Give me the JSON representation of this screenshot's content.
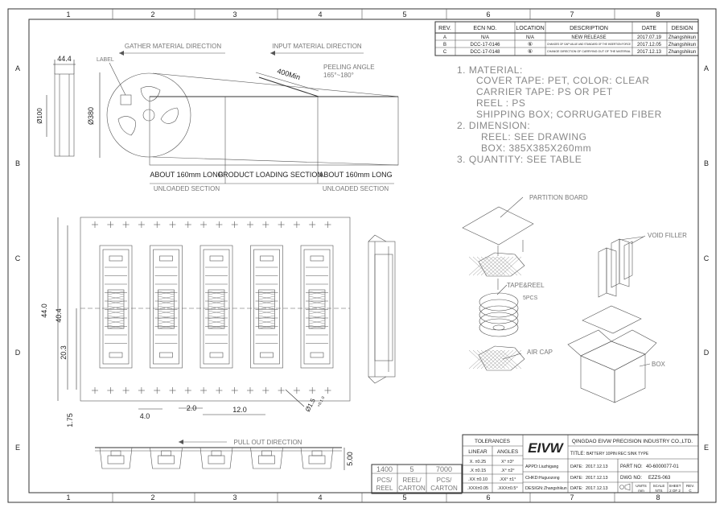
{
  "grid": {
    "columns": [
      "1",
      "2",
      "3",
      "4",
      "5",
      "6",
      "7",
      "8"
    ],
    "rows": [
      "A",
      "B",
      "C",
      "D",
      "E"
    ]
  },
  "revisions": {
    "headers": [
      "REV.",
      "ECN NO.",
      "LOCATION",
      "DESCRIPTION",
      "DATE",
      "DESIGN"
    ],
    "rows": [
      [
        "A",
        "N/A",
        "N/A",
        "NEW RELEASE",
        "2017.07.19",
        "Zhangshikun"
      ],
      [
        "B",
        "DCC-17-0146",
        "⑥",
        "CHANGES OF GAP VALUE AND STANDARD OF THE INSERTION FORCE",
        "2017.12.05",
        "Zhangshikun"
      ],
      [
        "C",
        "DCC-17-0148",
        "⑥",
        "CHANGE DIRECTION OF CARRYING OUT OF THE MATERIAL",
        "2017.12.13",
        "Zhangshikun"
      ]
    ]
  },
  "notes": [
    "1. MATERIAL:",
    "COVER TAPE: PET, COLOR: CLEAR",
    "CARRIER TAPE: PS OR PET",
    "REEL : PS",
    "SHIPPING BOX; CORRUGATED FIBER",
    "2. DIMENSION:",
    "REEL: SEE DRAWING",
    "BOX: 385X385X260mm",
    "3. QUANTITY: SEE TABLE"
  ],
  "reel": {
    "label": "LABEL",
    "width_dim": "44.4",
    "dia_outer": "Ø380",
    "dia_inner": "Ø100",
    "gather_dir": "GATHER MATERIAL DIRECTION",
    "input_dir": "INPUT MATERIAL DIRECTION",
    "peel_angle": "PEELING ANGLE",
    "peel_range": "165°~180°",
    "min_len": "400Min",
    "sec_left": "ABOUT 160mm LONG",
    "sec_mid": "PRODUCT LOADING SECTION",
    "sec_right": "ABOUT 160mm LONG",
    "unloaded": "UNLOADED SECTION"
  },
  "tape": {
    "dim_440": "44.0",
    "dim_404": "40.4",
    "dim_203": "20.3",
    "dim_175": "1.75",
    "dim_40": "4.0",
    "dim_20": "2.0",
    "dim_120": "12.0",
    "hole": "Ø1.5",
    "hole_tol": "+0.1 0",
    "pull_out": "PULL OUT DIRECTION",
    "depth": "5.00"
  },
  "packaging": {
    "partition": "PARTITION BOARD",
    "void_filler": "VOID FILLER",
    "tape_reel": "TAPE&REEL",
    "pcs": "5PCS",
    "air_cap": "AIR CAP",
    "box": "BOX"
  },
  "quantity": {
    "values": [
      "1400",
      "5",
      "7000"
    ],
    "labels": [
      [
        "PCS/",
        "REEL"
      ],
      [
        "REEL/",
        "CARTON"
      ],
      [
        "PCS/",
        "CARTON"
      ]
    ]
  },
  "tolerances": {
    "title": "TOLERANCES",
    "linear": "LINEAR",
    "angles": "ANGLES",
    "rows": [
      [
        "X. ±0.25",
        "X° ±3°"
      ],
      [
        ".X ±0.15",
        ".X° ±2°"
      ],
      [
        ".XX ±0.10",
        ".XX° ±1°"
      ],
      [
        ".XXX±0.05",
        ".XXX±0.5°"
      ]
    ]
  },
  "title_block": {
    "logo": "EIVW",
    "company": "QINGDAO EIVW PRECISION INDUSTRY CO.,LTD.",
    "title_label": "TITLE:",
    "title_value": "BATTERY 10PIN REC SINK TYPE",
    "appd_label": "APPD:",
    "appd_value": "Liuzhigang",
    "chkd_label": "CHKD:",
    "chkd_value": "Huguozong",
    "design_label": "DESIGN:",
    "design_value": "Zhangshikun",
    "date_label": "DATE:",
    "date_value": "2017.12.13",
    "part_label": "PART NO:",
    "part_value": "40-6000077-01",
    "dwg_label": "DWG NO:",
    "dwg_value": "EZZS-063",
    "units_label": "UNITS",
    "units_value": "mm",
    "scale_label": "SCALE",
    "scale_value": "NTS",
    "sheet_label": "SHEET",
    "sheet_value": "2 OF 2",
    "rev_label": "REV.",
    "rev_value": "C"
  }
}
